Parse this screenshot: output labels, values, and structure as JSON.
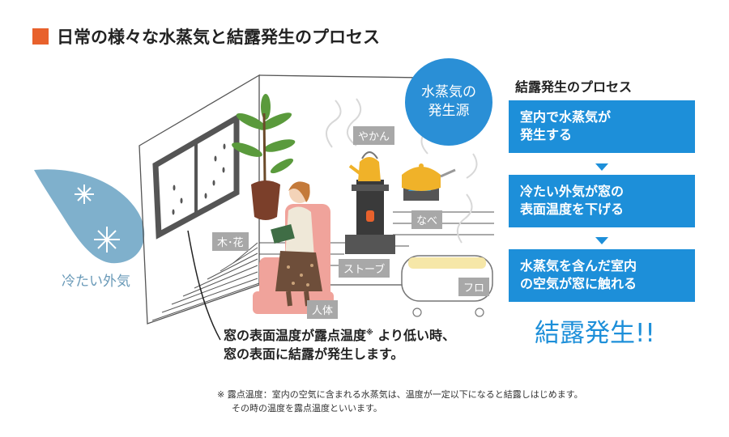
{
  "title": "日常の様々な水蒸気と結露発生のプロセス",
  "colors": {
    "title_square": "#e8612c",
    "step_blue": "#1d8fd9",
    "bubble_blue": "#2a8fd6",
    "cold_air": "#7fb0cc",
    "tag_gray": "#a8a8a8"
  },
  "source_bubble": {
    "line1": "水蒸気の",
    "line2": "発生源"
  },
  "tags": {
    "kettle": "やかん",
    "pot": "なべ",
    "plants": "木･花",
    "stove": "ストーブ",
    "bath": "フロ",
    "person": "人体"
  },
  "cold_air_label": "冷たい外気",
  "process": {
    "heading": "結露発生のプロセス",
    "steps": [
      {
        "line1": "室内で水蒸気が",
        "line2": "発生する"
      },
      {
        "line1": "冷たい外気が窓の",
        "line2": "表面温度を下げる"
      },
      {
        "line1": "水蒸気を含んだ室内",
        "line2": "の空気が窓に触れる"
      }
    ],
    "result": "結露発生!!"
  },
  "statement": {
    "line1_a": "窓の表面温度が露点温度",
    "mark": "※",
    "line1_b": " より低い時、",
    "line2": "窓の表面に結露が発生します。"
  },
  "footnote": {
    "line1": "※ 露点温度：室内の空気に含まれる水蒸気は、温度が一定以下になると結露しはじめます。",
    "line2": "その時の温度を露点温度といいます。"
  }
}
